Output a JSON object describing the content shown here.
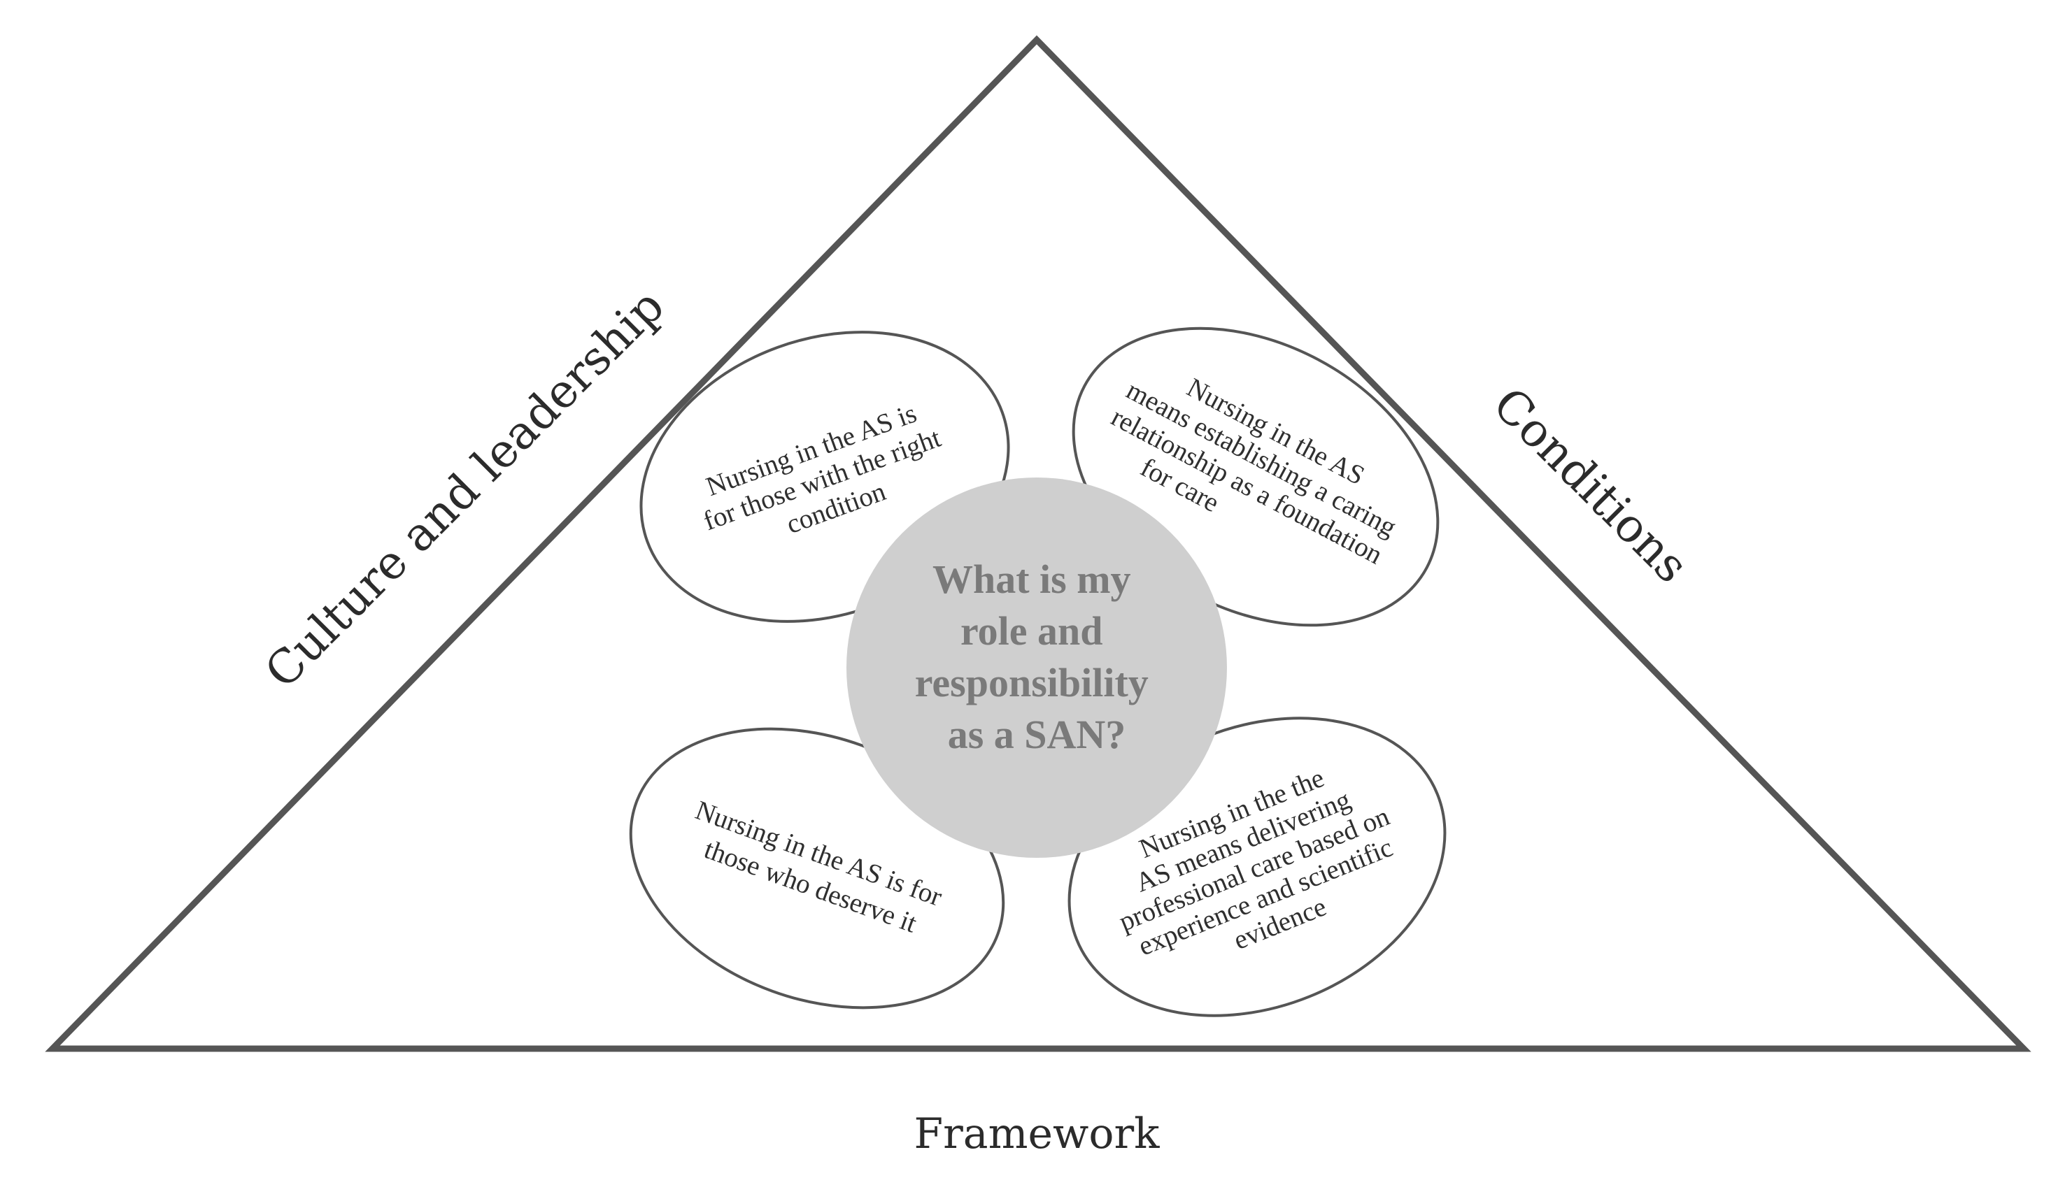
{
  "diagram": {
    "sides": {
      "left": "Culture and leadership",
      "right": "Conditions",
      "bottom": "Framework"
    },
    "center": {
      "lines": [
        "What is my",
        "role and",
        "responsibility",
        "as a SAN?"
      ]
    },
    "petals": [
      {
        "id": "top-left",
        "lines": [
          "Nursing in the AS is",
          "for those with the right",
          "condition"
        ]
      },
      {
        "id": "top-right",
        "lines": [
          "Nursing in the AS",
          "means establishing a caring",
          "relationship as a foundation",
          "for care"
        ]
      },
      {
        "id": "bottom-left",
        "lines": [
          "Nursing in the AS is for",
          "those who deserve it"
        ]
      },
      {
        "id": "bottom-right",
        "lines": [
          "Nursing in the the",
          "AS means delivering",
          "professional care based on",
          "experience and scientific",
          "evidence"
        ]
      }
    ],
    "colors": {
      "outline": "#555555",
      "center_fill": "#cfcfcf",
      "center_text": "#7a7a7a",
      "text": "#2b2b2b"
    }
  }
}
